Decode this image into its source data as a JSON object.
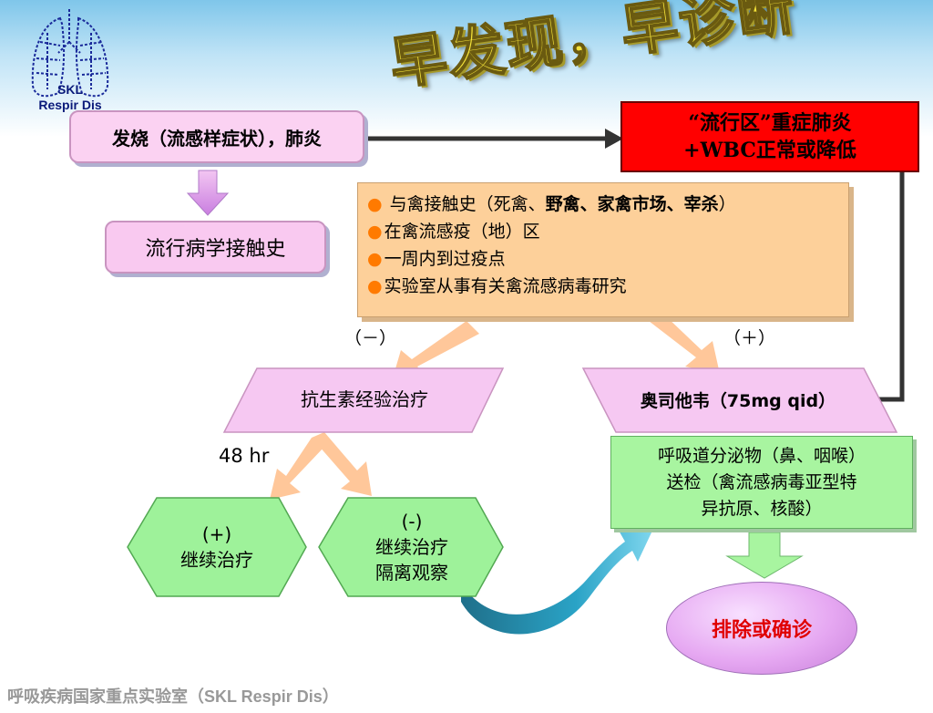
{
  "logo": {
    "line1": "SKL",
    "line2": "Respir Dis"
  },
  "title": "早发现，早诊断",
  "fever_box": "发烧（流感样症状），肺炎",
  "epi_box": "流行病学接触史",
  "epidemic_box": {
    "line1": "“流行区”重症肺炎",
    "line2": "+WBC正常或降低"
  },
  "contact": {
    "item1_prefix": "与禽接触史（死禽、",
    "item1_bold": "野禽、家禽市场、宰杀",
    "item1_suffix": "）",
    "item2": "在禽流感疫（地）区",
    "item3": "一周内到过疫点",
    "item4": "实验室从事有关禽流感病毒研究"
  },
  "neg_sign": "（－）",
  "pos_sign": "（＋）",
  "antibiotic": "抗生素经验治疗",
  "oseltamivir": "奥司他韦（75mg qid）",
  "hours": "48 hr",
  "hex_pos": {
    "sign": "(+)",
    "line1": "继续治疗"
  },
  "hex_neg": {
    "sign": "(-)",
    "line1": "继续治疗",
    "line2": "隔离观察"
  },
  "resp": {
    "line1": "呼吸道分泌物（鼻、咽喉）",
    "line2": "送检（禽流感病毒亚型特",
    "line3": "异抗原、核酸）"
  },
  "final": "排除或确诊",
  "footer": "呼吸疾病国家重点实验室（SKL Respir Dis）",
  "colors": {
    "pink_box": "#fbd2f2",
    "red_box": "#ff0000",
    "orange_box": "#fdd09a",
    "green_box": "#a8f5a0",
    "title_yellow": "#f4e23a",
    "final_text": "#e00000"
  }
}
